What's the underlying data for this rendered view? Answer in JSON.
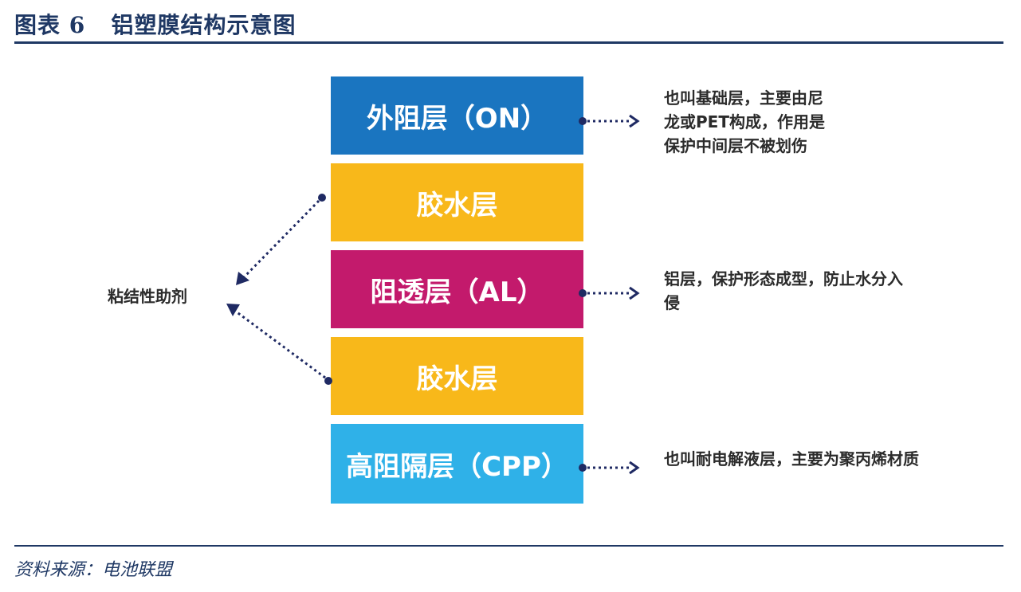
{
  "figure": {
    "title": "图表 6   铝塑膜结构示意图",
    "source": "资料来源：电池联盟"
  },
  "layers": [
    {
      "label": "外阻层（ON）",
      "color": "#1a75c0"
    },
    {
      "label": "胶水层",
      "color": "#f8b81a"
    },
    {
      "label": "阻透层（AL）",
      "color": "#c31a6c"
    },
    {
      "label": "胶水层",
      "color": "#f8b81a"
    },
    {
      "label": "高阻隔层（CPP）",
      "color": "#2fb1e8"
    }
  ],
  "notes": {
    "outer": "也叫基础层，主要由尼龙或PET构成，作用是保护中间层不被划伤",
    "barrier": "铝层，保护形态成型，防止水分入侵",
    "inner": "也叫耐电解液层，主要为聚丙烯材质"
  },
  "adhesive_label": "粘结性助剂",
  "colors": {
    "title": "#1f3864",
    "arrow": "#1f2a63"
  }
}
